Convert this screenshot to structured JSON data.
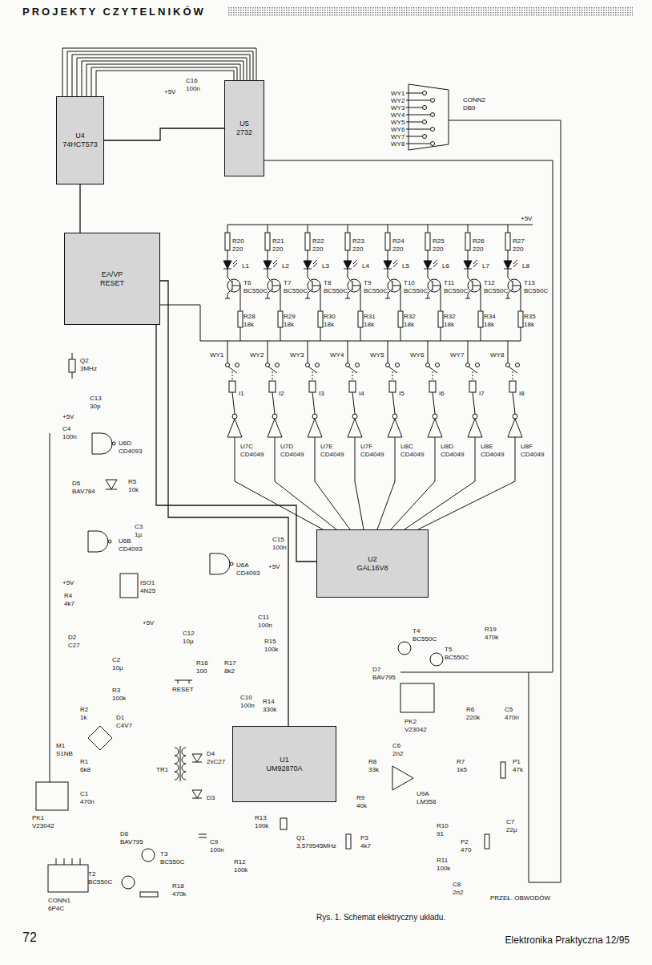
{
  "diagram": {
    "title": "PROJEKTY CZYTELNIKÓW",
    "caption": "Rys. 1. Schemat elektryczny układu.",
    "nodes": [
      {
        "text": [
          "U4",
          "74HCT573"
        ]
      },
      {
        "text": [
          "U5",
          "2732"
        ]
      },
      {
        "text": [
          "EA/VP",
          "RESET"
        ]
      },
      {
        "text": [
          "U2",
          "GAL16V8"
        ]
      },
      {
        "text": [
          "U1",
          "UM92870A"
        ]
      }
    ],
    "edges": [
      {
        "from": 2,
        "to": 0,
        "arrow": "none"
      },
      {
        "from": 0,
        "to": 1,
        "arrow": "none"
      },
      {
        "from": 2,
        "to": 3,
        "arrow": "none"
      },
      {
        "from": 4,
        "to": 2,
        "arrow": "none"
      }
    ],
    "labels": [
      "R20",
      "220",
      "L1",
      "T6",
      "BC550C",
      "R28",
      "18k",
      "WY1",
      "I1",
      "U7C",
      "CD4049",
      "R21",
      "220",
      "L2",
      "T7",
      "BC550C",
      "R29",
      "18k",
      "WY2",
      "I2",
      "U7D",
      "CD4049",
      "R22",
      "220",
      "L3",
      "T8",
      "BC550C",
      "R30",
      "18k",
      "WY3",
      "I3",
      "U7E",
      "CD4049",
      "R23",
      "220",
      "L4",
      "T9",
      "BC550C",
      "R31",
      "18k",
      "WY4",
      "I4",
      "U7F",
      "CD4049",
      "R24",
      "220",
      "L5",
      "T10",
      "BC550C",
      "R32",
      "18k",
      "WY5",
      "I5",
      "U8C",
      "CD4049",
      "R25",
      "220",
      "L6",
      "T11",
      "BC550C",
      "R32",
      "18k",
      "WY6",
      "I6",
      "U8D",
      "CD4049",
      "R26",
      "220",
      "L7",
      "T12",
      "BC550C",
      "R34",
      "18k",
      "WY7",
      "I7",
      "U8E",
      "CD4049",
      "R27",
      "220",
      "L8",
      "T13",
      "BC550C",
      "R35",
      "18k",
      "WY8",
      "I8",
      "U8F",
      "CD4049",
      "+5V",
      "WY1",
      "WY2",
      "WY3",
      "WY4",
      "WY5",
      "WY6",
      "WY7",
      "WY8",
      "CONN2",
      "DB9",
      "+5V",
      "C16",
      "100n",
      "Q2",
      "3MHz",
      "C13",
      "30p",
      "+5V",
      "C4",
      "100n",
      "U6D",
      "CD4093",
      "D5",
      "BAV784",
      "R5",
      "10k",
      "C3",
      "1µ",
      "U6B",
      "CD4093",
      "+5V",
      "R4",
      "4k7",
      "ISO1",
      "4N25",
      "D2",
      "C27",
      "+5V",
      "C12",
      "10µ",
      "C2",
      "10µ",
      "R16",
      "100",
      "R17",
      "8k2",
      "RESET",
      "R3",
      "100k",
      "R2",
      "1k",
      "D1",
      "C4V7",
      "M1",
      "S1NB",
      "C10",
      "100n",
      "R14",
      "330k",
      "R1",
      "6k8",
      "C1",
      "470n",
      "TR1",
      "D4",
      "2xC27",
      "D3",
      "PK1",
      "V23042",
      "D6",
      "BAV795",
      "T3",
      "BC550C",
      "T2",
      "BC550C",
      "R18",
      "470k",
      "C9",
      "100n",
      "R12",
      "100k",
      "R13",
      "100k",
      "Q1",
      "3,579545MHz",
      "D7",
      "BAV795",
      "T4",
      "BC550C",
      "T5",
      "BC550C",
      "R19",
      "470k",
      "PK2",
      "V23042",
      "R6",
      "220k",
      "C5",
      "470n",
      "C6",
      "2n2",
      "R8",
      "33k",
      "U9A",
      "LM358",
      "R7",
      "1k5",
      "P1",
      "47k",
      "R9",
      "40k",
      "P3",
      "4k7",
      "R10",
      "91",
      "P2",
      "470",
      "C7",
      "22µ",
      "R11",
      "100k",
      "C8",
      "2n2",
      "PRZEŁ. OBWODÓW",
      "CONN1",
      "6P4C",
      "U6A",
      "CD4093",
      "+5V",
      "C15",
      "100n",
      "C11",
      "100n",
      "R15",
      "100k",
      "72",
      "Elektronika Praktyczna 12/95"
    ]
  }
}
